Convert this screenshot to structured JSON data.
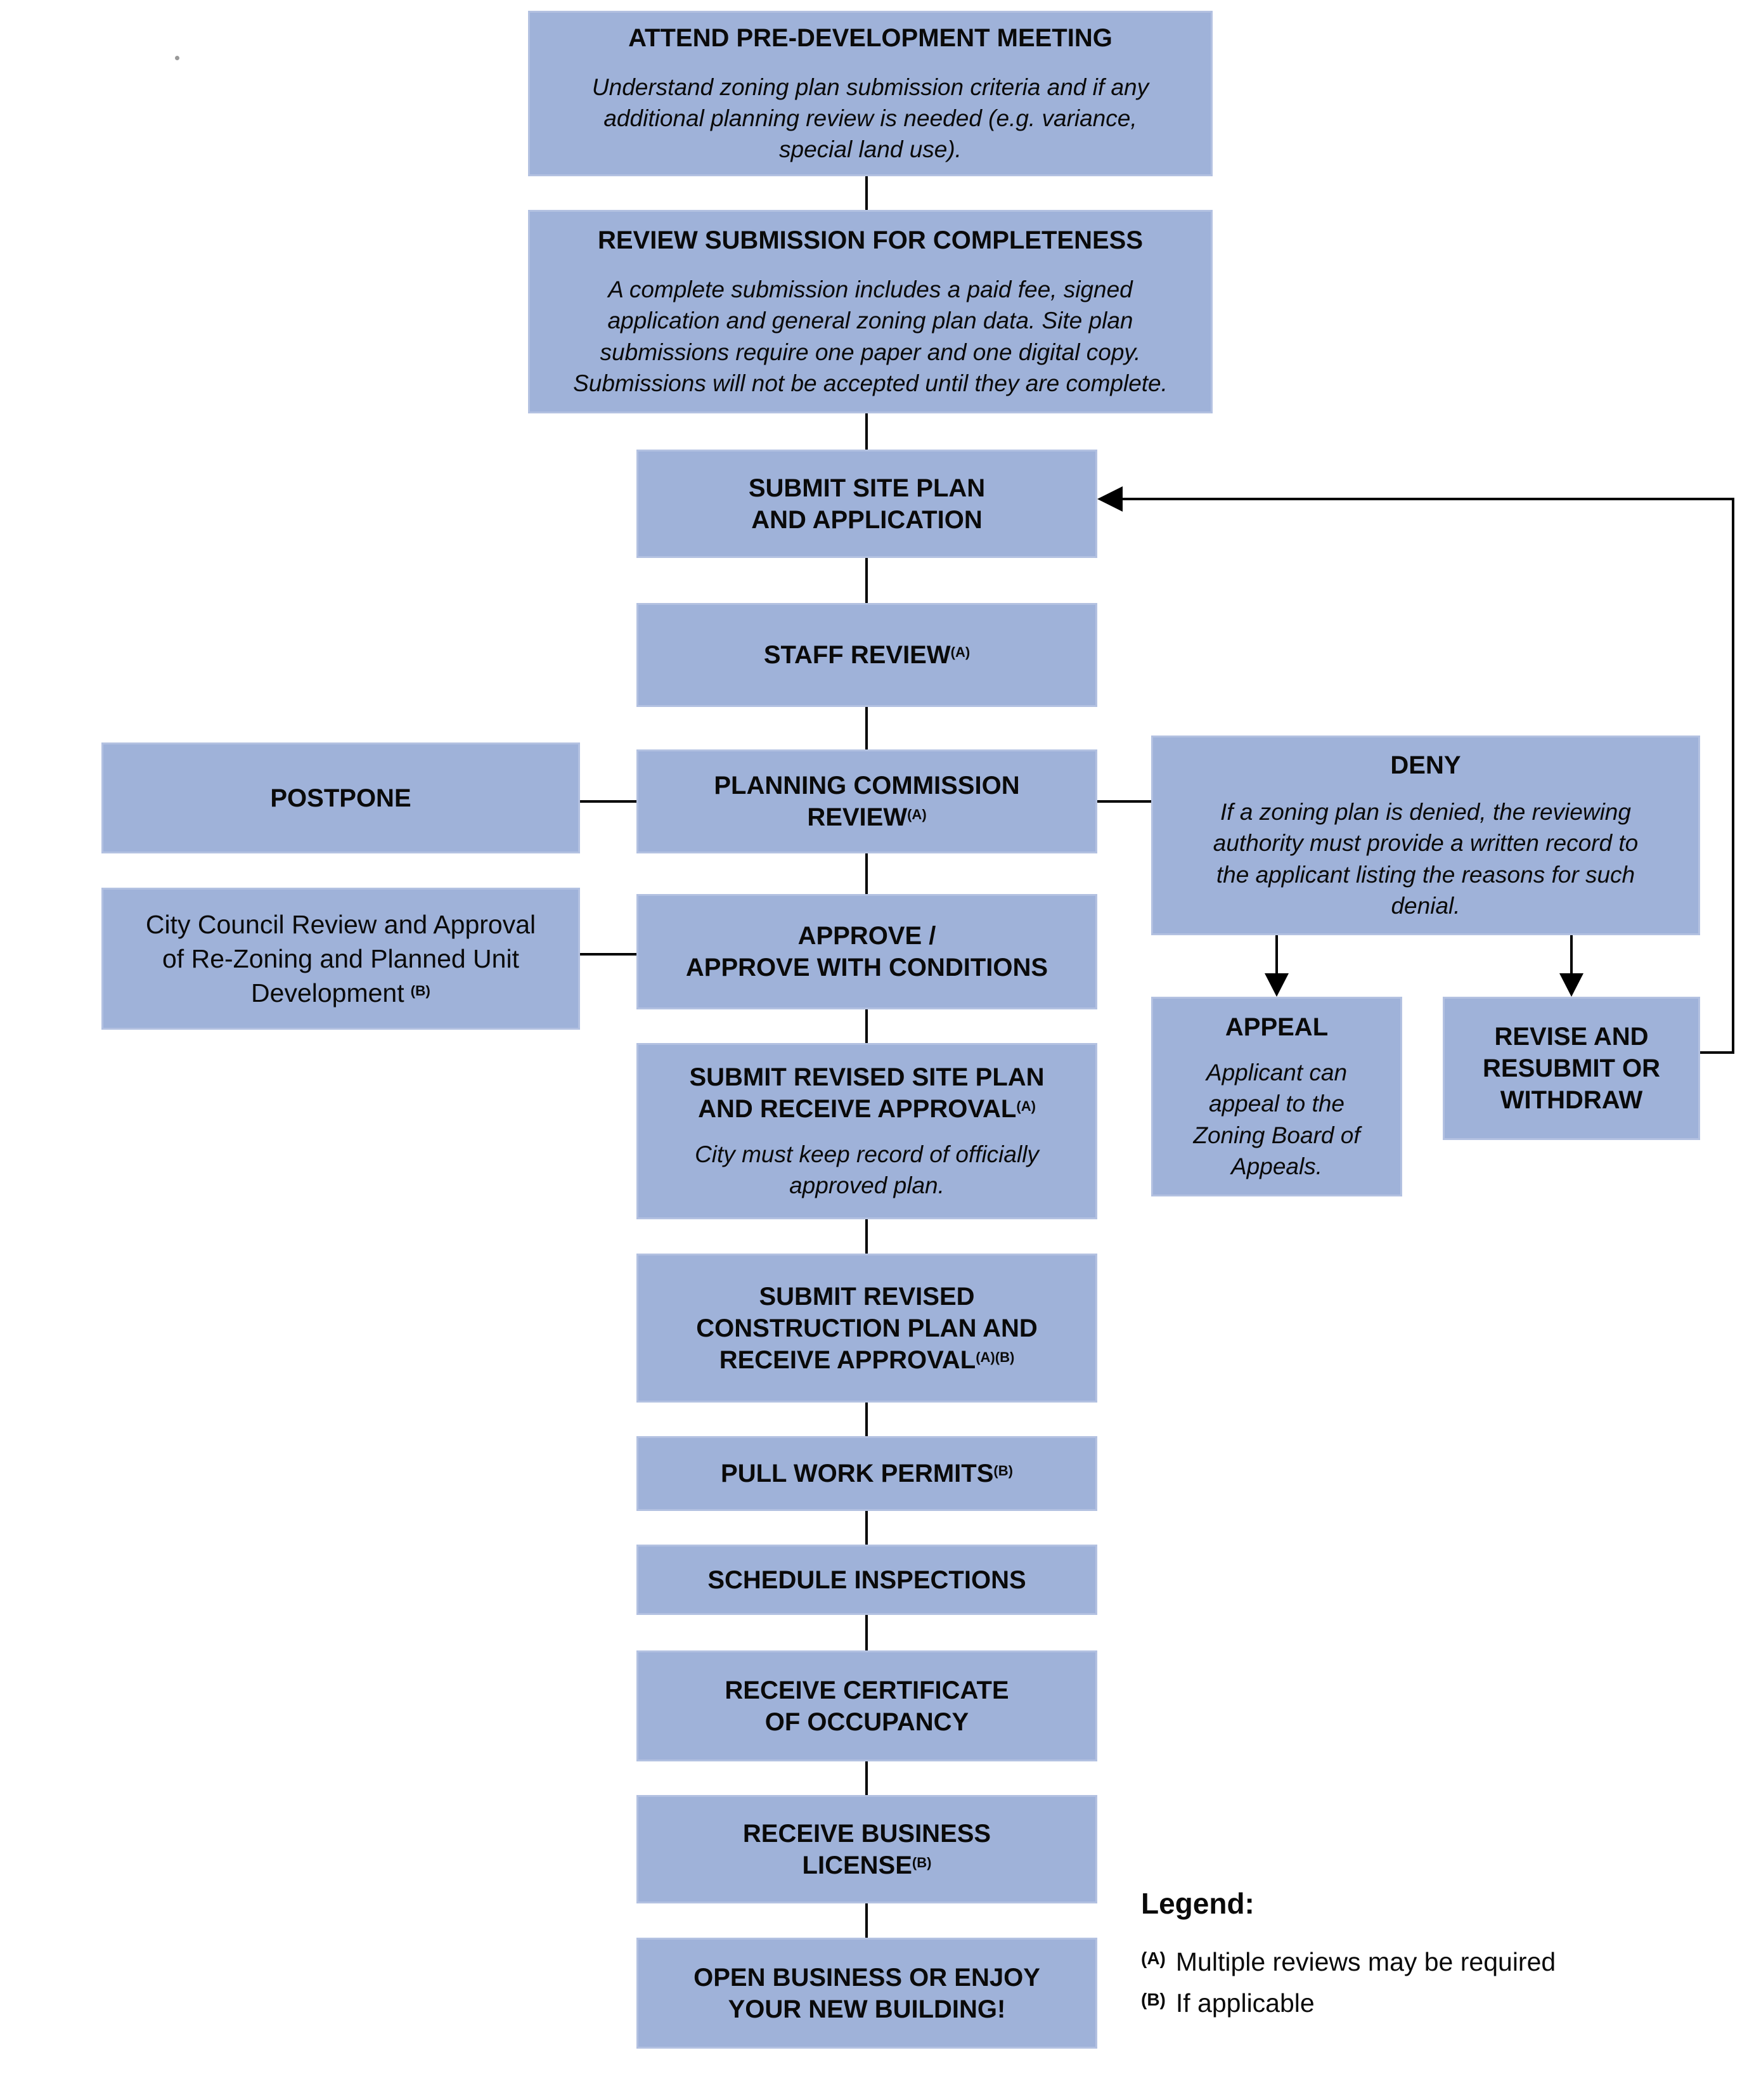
{
  "palette": {
    "box_fill": "#9FB2D9",
    "box_border": "#B3C1E1",
    "connector": "#000000",
    "text": "#0A0A0A",
    "background": "#FFFFFF"
  },
  "boxes": {
    "attend": {
      "lines": [
        {
          "text": "ATTEND PRE-DEVELOPMENT MEETING"
        }
      ],
      "desc": "Understand zoning plan submission criteria and if any additional planning review is needed (e.g. variance, special land use)."
    },
    "review_completeness": {
      "lines": [
        {
          "text": "REVIEW SUBMISSION FOR COMPLETENESS"
        }
      ],
      "desc": "A complete submission includes a paid fee, signed application and general zoning plan data. Site plan submissions require one paper and one digital copy. Submissions will not be accepted until they are complete."
    },
    "submit_site_plan": {
      "lines": [
        {
          "text": "SUBMIT SITE PLAN"
        },
        {
          "text": "AND APPLICATION"
        }
      ]
    },
    "staff_review": {
      "lines": [
        {
          "text": "STAFF REVIEW",
          "sup": "(A)"
        }
      ]
    },
    "planning_commission": {
      "lines": [
        {
          "text": "PLANNING COMMISSION"
        },
        {
          "text": "REVIEW",
          "sup": "(A)"
        }
      ]
    },
    "postpone": {
      "lines": [
        {
          "text": "POSTPONE"
        }
      ]
    },
    "city_council": {
      "lines": [
        {
          "text": "City Council Review and Approval"
        },
        {
          "text": "of Re-Zoning and Planned Unit"
        },
        {
          "text": "Development",
          "sup": "(B)"
        }
      ]
    },
    "deny": {
      "lines": [
        {
          "text": "DENY"
        }
      ],
      "desc": "If a zoning plan is denied, the reviewing authority must provide a written record to the applicant listing the reasons for such denial."
    },
    "appeal": {
      "lines": [
        {
          "text": "APPEAL"
        }
      ],
      "desc": "Applicant can appeal to the Zoning Board of Appeals."
    },
    "revise_resubmit": {
      "lines": [
        {
          "text": "REVISE AND"
        },
        {
          "text": "RESUBMIT OR"
        },
        {
          "text": "WITHDRAW"
        }
      ]
    },
    "approve": {
      "lines": [
        {
          "text": "APPROVE /"
        },
        {
          "text": "APPROVE WITH CONDITIONS"
        }
      ]
    },
    "submit_revised_site": {
      "lines": [
        {
          "text": "SUBMIT REVISED SITE PLAN"
        },
        {
          "text": "AND RECEIVE APPROVAL",
          "sup": "(A)"
        }
      ],
      "desc": "City must keep record of officially approved plan."
    },
    "submit_revised_construction": {
      "lines": [
        {
          "text": "SUBMIT REVISED"
        },
        {
          "text": "CONSTRUCTION PLAN AND"
        },
        {
          "text": "RECEIVE APPROVAL",
          "sup": "(A)(B)"
        }
      ]
    },
    "pull_work_permits": {
      "lines": [
        {
          "text": "PULL WORK PERMITS",
          "sup": "(B)"
        }
      ]
    },
    "schedule_inspections": {
      "lines": [
        {
          "text": "SCHEDULE INSPECTIONS"
        }
      ]
    },
    "receive_certificate": {
      "lines": [
        {
          "text": "RECEIVE CERTIFICATE"
        },
        {
          "text": "OF OCCUPANCY"
        }
      ]
    },
    "receive_business_license": {
      "lines": [
        {
          "text": "RECEIVE BUSINESS"
        },
        {
          "text": "LICENSE",
          "sup": "(B)"
        }
      ]
    },
    "open_business": {
      "lines": [
        {
          "text": "OPEN BUSINESS OR ENJOY"
        },
        {
          "text": "YOUR NEW BUILDING!"
        }
      ]
    }
  },
  "legend": {
    "heading": "Legend:",
    "items": [
      {
        "sup": "(A)",
        "text": "Multiple reviews may be required"
      },
      {
        "sup": "(B)",
        "text": "If applicable"
      }
    ]
  }
}
